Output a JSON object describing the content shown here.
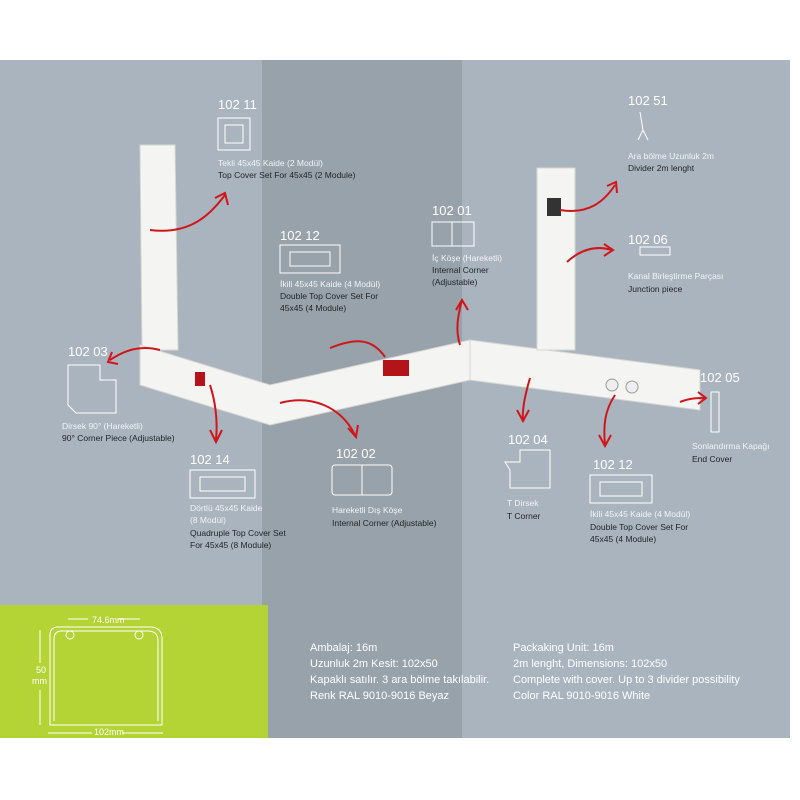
{
  "parts": [
    {
      "code": "102 11",
      "tr": "Tekli 45x45 Kaide (2 Modül)",
      "en": "Top Cover Set For 45x45 (2 Module)"
    },
    {
      "code": "102 12",
      "tr": "İkili 45x45 Kaide (4 Modül)",
      "en": "Double Top Cover Set For 45x45 (4 Module)"
    },
    {
      "code": "102 01",
      "tr": "İç Köşe (Hareketli)",
      "en": "Internal Corner (Adjustable)"
    },
    {
      "code": "102 51",
      "tr": "Ara bölme Uzunluk 2m",
      "en": "Divider 2m lenght"
    },
    {
      "code": "102 06",
      "tr": "Kanal Birleştirme Parçası",
      "en": "Junction piece"
    },
    {
      "code": "102 03",
      "tr": "Dirsek 90° (Hareketli)",
      "en": "90° Corner Piece (Adjustable)"
    },
    {
      "code": "102 14",
      "tr": "Dörtlü 45x45 Kaide (8 Modül)",
      "en": "Quadruple Top Cover Set For 45x45 (8 Module)"
    },
    {
      "code": "102 02",
      "tr": "Hareketli Dış Köşe",
      "en": "Internal Corner (Adjustable)"
    },
    {
      "code": "102 04",
      "tr": "T Dirsek",
      "en": "T Corner"
    },
    {
      "code": "102 12",
      "tr": "İkili 45x45 Kaide (4 Modül)",
      "en": "Double Top Cover Set For 45x45 (4 Module)"
    },
    {
      "code": "102 05",
      "tr": "Sonlandırma Kapağı",
      "en": "End Cover"
    }
  ],
  "dimensions": {
    "top": "74.6mm",
    "height_value": "50",
    "height_unit": "mm",
    "width": "102mm"
  },
  "spec_tr": [
    "Ambalaj: 16m",
    "Uzunluk 2m  Kesit: 102x50",
    "Kapaklı satılır. 3 ara bölme takılabilir.",
    "Renk RAL 9010-9016 Beyaz"
  ],
  "spec_en": [
    "Packaking Unit: 16m",
    "2m lenght, Dimensions: 102x50",
    "Complete with cover. Up to 3 divider possibility",
    "Color RAL 9010-9016 White"
  ],
  "colors": {
    "panel": "#aab4be",
    "band": "#97a2ab",
    "green": "#b4d335",
    "arrow": "#d0161b"
  }
}
